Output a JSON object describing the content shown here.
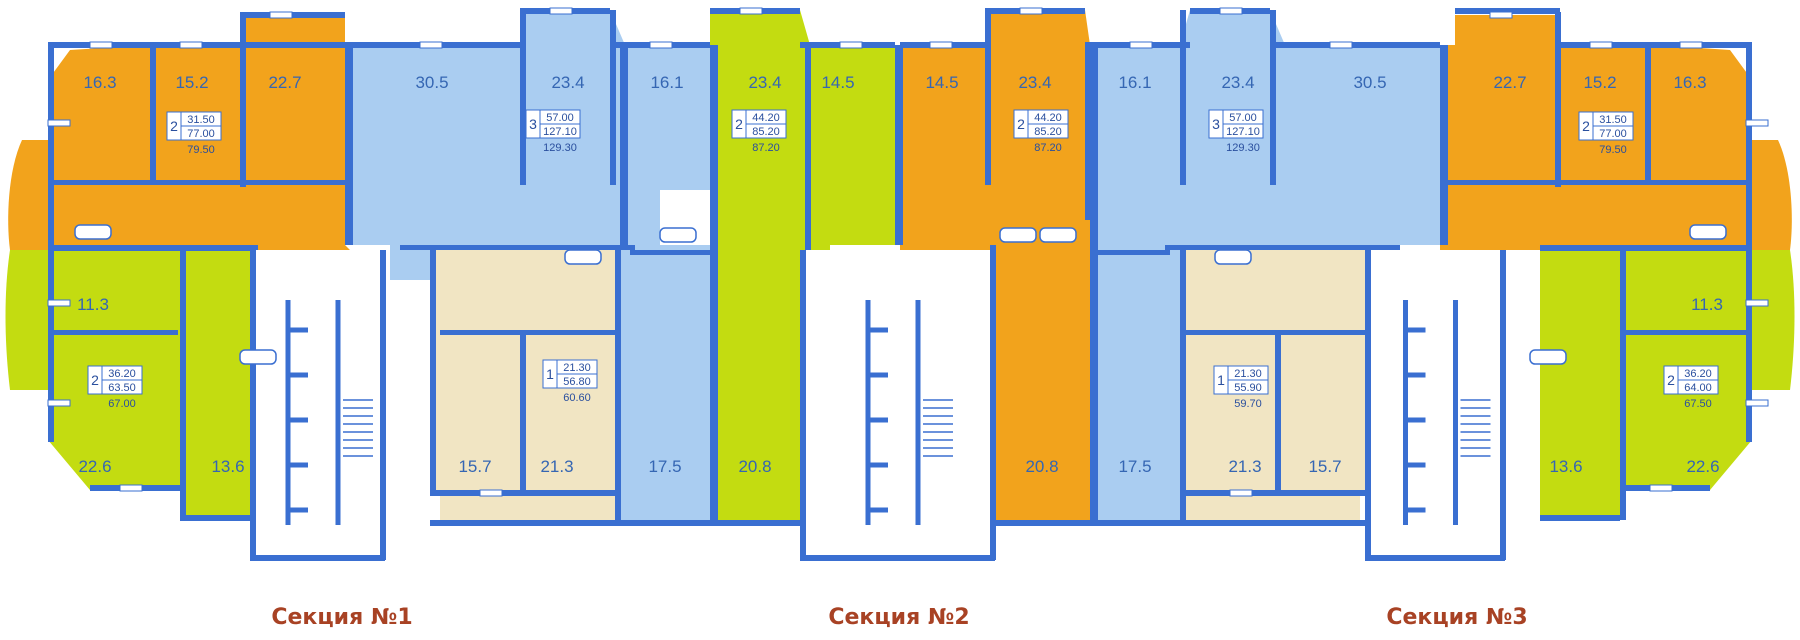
{
  "colors": {
    "orange": "#f2a31c",
    "blue": "#aacdf1",
    "green": "#c3dc11",
    "beige": "#f1e5c3",
    "wall": "#3a6fd1",
    "core": "#ffffff",
    "text": "#3566b3",
    "section": "#a84224"
  },
  "sections": [
    {
      "label": "Секция №1"
    },
    {
      "label": "Секция №2"
    },
    {
      "label": "Секция №3"
    }
  ],
  "rooms": [
    {
      "area": "16.3",
      "color": "orange"
    },
    {
      "area": "15.2",
      "color": "orange"
    },
    {
      "area": "22.7",
      "color": "orange"
    },
    {
      "area": "30.5",
      "color": "blue"
    },
    {
      "area": "23.4",
      "color": "blue"
    },
    {
      "area": "16.1",
      "color": "blue"
    },
    {
      "area": "23.4",
      "color": "green"
    },
    {
      "area": "14.5",
      "color": "green"
    },
    {
      "area": "14.5",
      "color": "orange"
    },
    {
      "area": "23.4",
      "color": "orange"
    },
    {
      "area": "16.1",
      "color": "blue"
    },
    {
      "area": "23.4",
      "color": "blue"
    },
    {
      "area": "30.5",
      "color": "blue"
    },
    {
      "area": "22.7",
      "color": "orange"
    },
    {
      "area": "15.2",
      "color": "orange"
    },
    {
      "area": "16.3",
      "color": "orange"
    },
    {
      "area": "11.3",
      "color": "green"
    },
    {
      "area": "22.6",
      "color": "green"
    },
    {
      "area": "13.6",
      "color": "green"
    },
    {
      "area": "15.7",
      "color": "beige"
    },
    {
      "area": "21.3",
      "color": "beige"
    },
    {
      "area": "17.5",
      "color": "blue"
    },
    {
      "area": "20.8",
      "color": "green"
    },
    {
      "area": "20.8",
      "color": "orange"
    },
    {
      "area": "17.5",
      "color": "blue"
    },
    {
      "area": "21.3",
      "color": "beige"
    },
    {
      "area": "15.7",
      "color": "beige"
    },
    {
      "area": "13.6",
      "color": "green"
    },
    {
      "area": "22.6",
      "color": "green"
    },
    {
      "area": "11.3",
      "color": "green"
    }
  ],
  "apartments": [
    {
      "rooms": "2",
      "living": "31.50",
      "total": "77.00",
      "extra": "79.50"
    },
    {
      "rooms": "3",
      "living": "57.00",
      "total": "127.10",
      "extra": "129.30"
    },
    {
      "rooms": "2",
      "living": "44.20",
      "total": "85.20",
      "extra": "87.20"
    },
    {
      "rooms": "2",
      "living": "44.20",
      "total": "85.20",
      "extra": "87.20"
    },
    {
      "rooms": "3",
      "living": "57.00",
      "total": "127.10",
      "extra": "129.30"
    },
    {
      "rooms": "2",
      "living": "31.50",
      "total": "77.00",
      "extra": "79.50"
    },
    {
      "rooms": "2",
      "living": "36.20",
      "total": "63.50",
      "extra": "67.00"
    },
    {
      "rooms": "1",
      "living": "21.30",
      "total": "56.80",
      "extra": "60.60"
    },
    {
      "rooms": "1",
      "living": "21.30",
      "total": "55.90",
      "extra": "59.70"
    },
    {
      "rooms": "2",
      "living": "36.20",
      "total": "64.00",
      "extra": "67.50"
    }
  ]
}
